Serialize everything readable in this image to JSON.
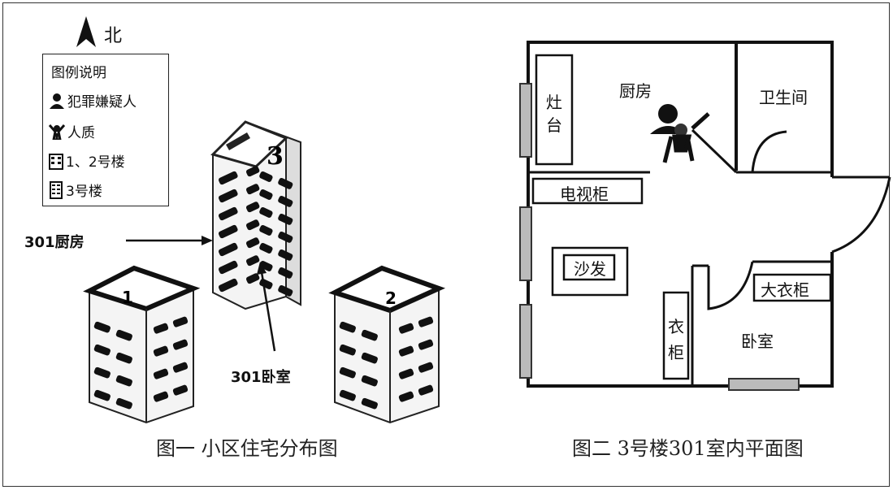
{
  "north_label": "北",
  "legend": {
    "title": "图例说明",
    "items": [
      {
        "icon": "suspect-icon",
        "label": "犯罪嫌疑人"
      },
      {
        "icon": "hostage-icon",
        "label": "人质"
      },
      {
        "icon": "building-12-icon",
        "label": "1、2号楼"
      },
      {
        "icon": "building-3-icon",
        "label": "3号楼"
      }
    ]
  },
  "figure1": {
    "caption": "图一  小区住宅分布图",
    "arrow_kitchen_label": "301厨房",
    "arrow_bedroom_label": "301卧室",
    "buildings": [
      {
        "number": "1"
      },
      {
        "number": "2"
      },
      {
        "number": "3"
      }
    ]
  },
  "figure2": {
    "caption": "图二  3号楼301室内平面图",
    "rooms": {
      "kitchen": "厨房",
      "bathroom": "卫生间",
      "bedroom": "卧室",
      "stove_line1": "灶",
      "stove_line2": "台",
      "tv_cabinet": "电视柜",
      "sofa": "沙发",
      "big_wardrobe": "大衣柜",
      "wardrobe_line1": "衣",
      "wardrobe_line2": "柜"
    }
  }
}
